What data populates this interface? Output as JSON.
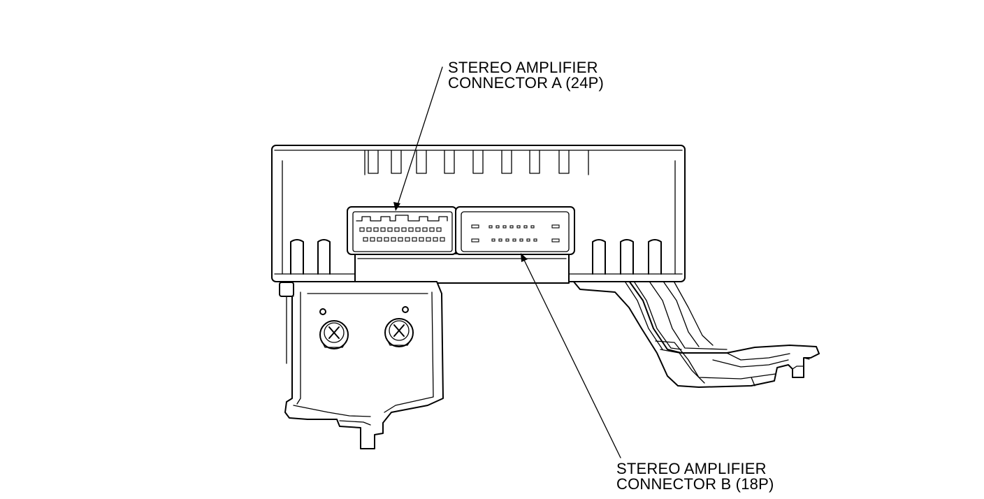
{
  "callouts": {
    "connector_a": {
      "line1": "STEREO AMPLIFIER",
      "line2": "CONNECTOR A (24P)"
    },
    "connector_b": {
      "line1": "STEREO AMPLIFIER",
      "line2": "CONNECTOR B (18P)"
    }
  },
  "components": {
    "connector_a_pin_count": 24,
    "connector_b_pin_count": 18
  },
  "colors": {
    "ink": "#000000",
    "paper": "#ffffff"
  }
}
